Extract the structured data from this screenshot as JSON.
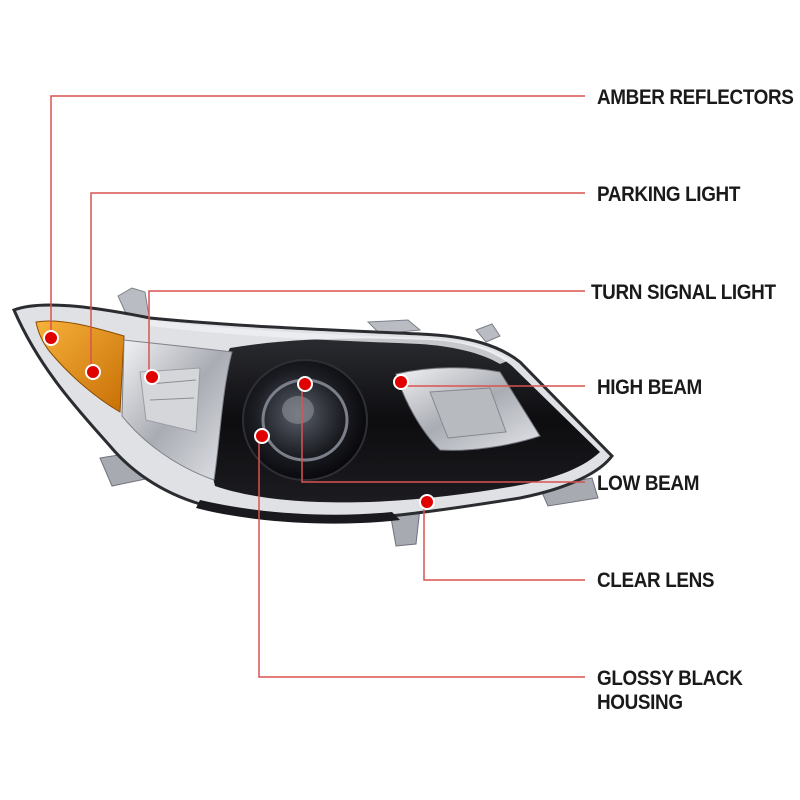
{
  "callouts": [
    {
      "id": "amber-reflectors",
      "label": "AMBER REFLECTORS"
    },
    {
      "id": "parking-light",
      "label": "PARKING LIGHT"
    },
    {
      "id": "turn-signal-light",
      "label": "TURN SIGNAL LIGHT"
    },
    {
      "id": "high-beam",
      "label": "HIGH BEAM"
    },
    {
      "id": "low-beam",
      "label": "LOW BEAM"
    },
    {
      "id": "clear-lens",
      "label": "CLEAR LENS"
    },
    {
      "id": "glossy-black-housing",
      "label_lines": [
        "GLOSSY BLACK",
        "HOUSING"
      ]
    }
  ],
  "colors": {
    "leader_line": "#d9534f",
    "marker_fill": "#e00000",
    "marker_ring": "#ffffff",
    "housing": "#0d0d10",
    "amber": "#e8930f",
    "chrome": "#c9cbd0",
    "label_text": "#1a1a1a"
  },
  "subject": {
    "icon": "headlight-assembly-icon"
  }
}
